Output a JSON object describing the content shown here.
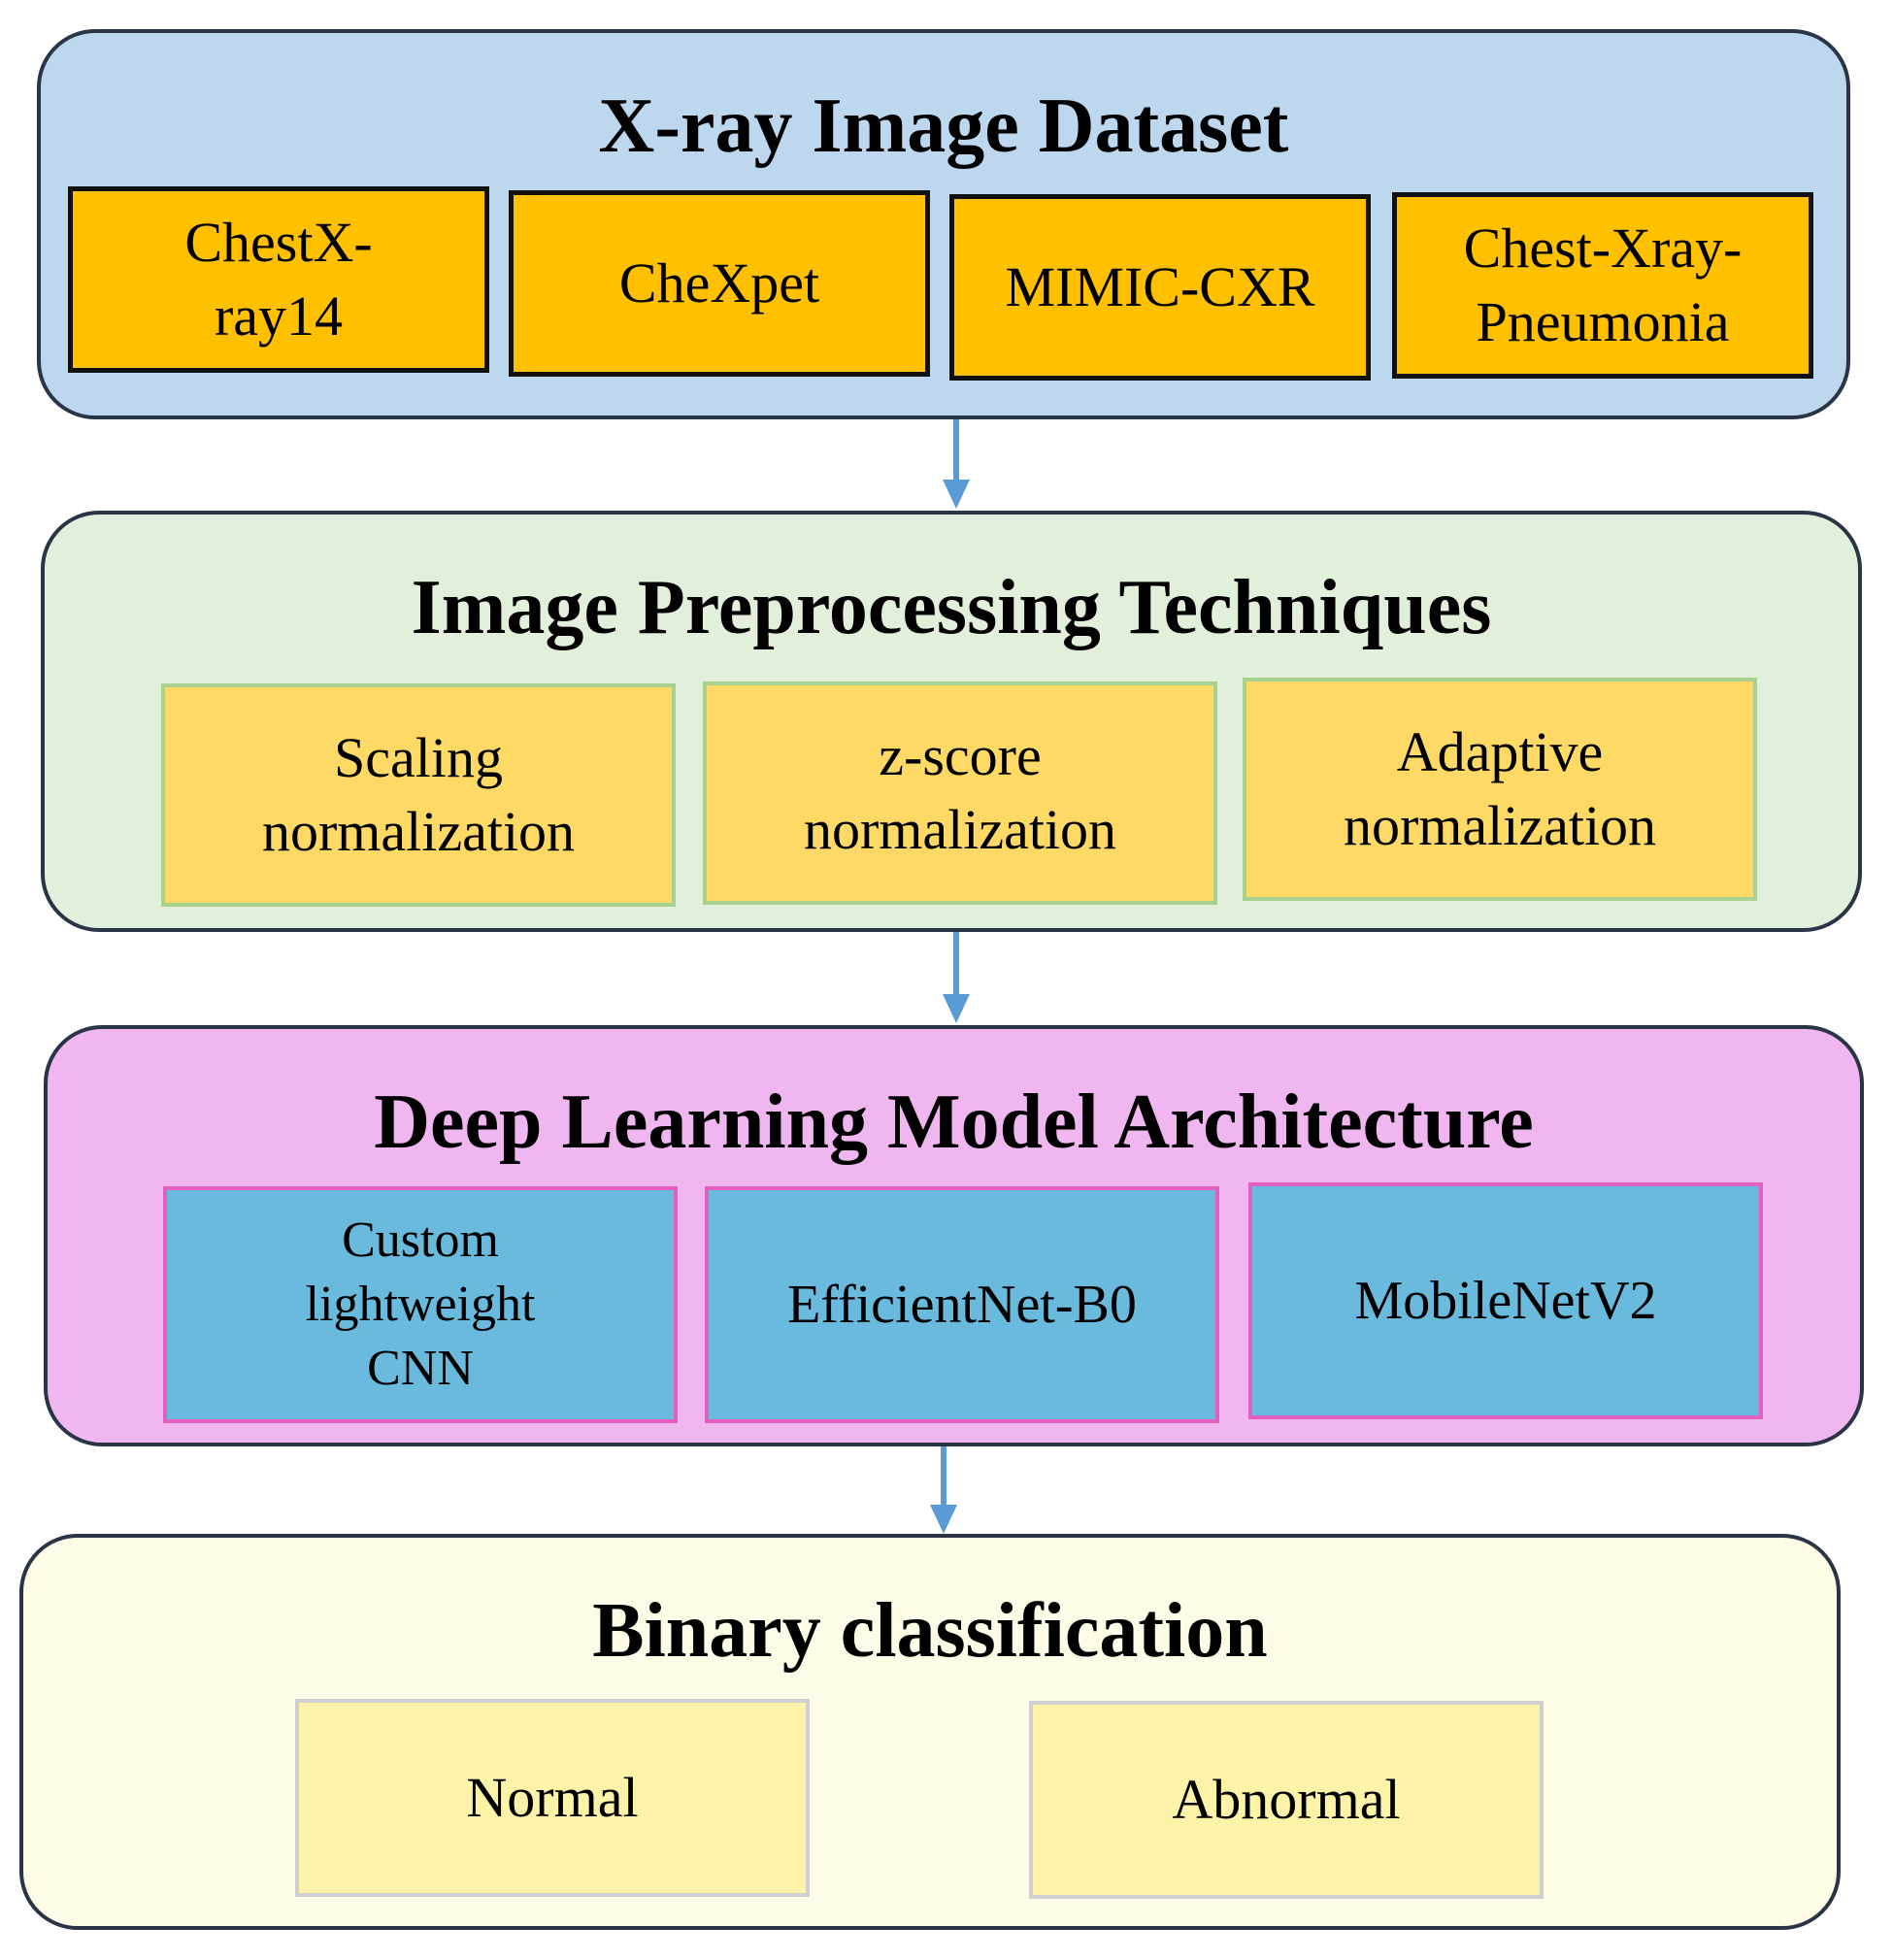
{
  "stages": [
    {
      "title": "X-ray Image Dataset",
      "items": [
        "ChestX-\nray14",
        "CheXpet",
        "MIMIC-CXR",
        "Chest-Xray-\nPneumonia"
      ]
    },
    {
      "title": "Image Preprocessing  Techniques",
      "items": [
        "Scaling\nnormalization",
        "z-score\nnormalization",
        "Adaptive\nnormalization"
      ]
    },
    {
      "title": "Deep Learning Model Architecture",
      "items": [
        "Custom\nlightweight\nCNN",
        "EfficientNet-B0",
        "MobileNetV2"
      ]
    },
    {
      "title": "Binary classification",
      "items": [
        "Normal",
        "Abnormal"
      ]
    }
  ],
  "colors": {
    "stage1_fill": "#bdd7ee",
    "stage2_fill": "#e2efda",
    "stage3_fill": "#f0b6ef",
    "stage4_fill": "#fefbe6",
    "dataset_box_fill": "#ffc000",
    "preprocessing_box_fill": "#ffd966",
    "model_box_fill": "#6abadd",
    "class_box_fill": "#fcf2a8",
    "arrow": "#5b9bd5"
  }
}
